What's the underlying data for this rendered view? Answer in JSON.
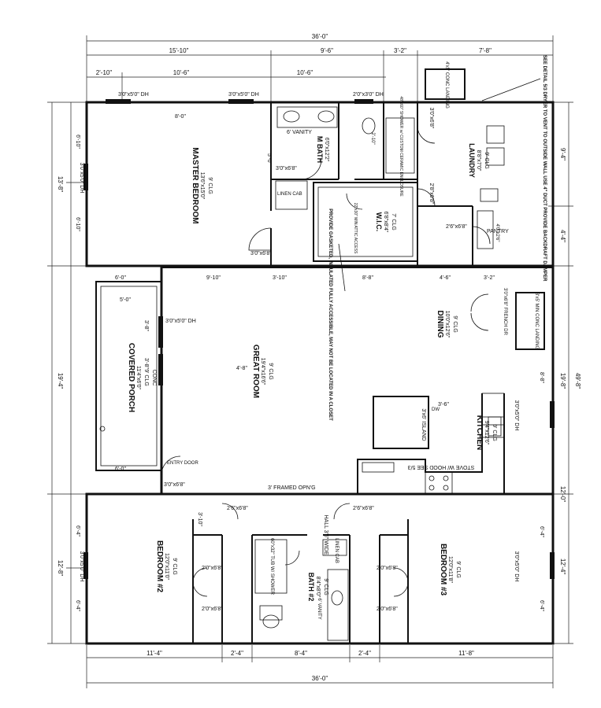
{
  "dims": {
    "top_total": "36'-0\"",
    "bottom_total": "36'-0\"",
    "top_row": [
      "15'-10\"",
      "9'-6\"",
      "3'-2\"",
      "7'-8\""
    ],
    "top_sub": [
      "2'-10\"",
      "10'-6\"",
      "10'-6\""
    ],
    "right_total": "49'-8\"",
    "right_row": [
      "9'-4\"",
      "4'-4\"",
      "19'-8\"",
      "12'-0\"",
      "12'-4\""
    ],
    "right_sub": [
      "8'-8\"",
      "6'-4\"",
      "6'-4\""
    ],
    "left_row": [
      "13'-8\"",
      "19'-4\"",
      "12'-8\""
    ],
    "left_sub": [
      "6'-10\"",
      "6'-10\"",
      "6'-4\"",
      "6'-4\""
    ],
    "mid_row": [
      "6'-0\"",
      "9'-10\"",
      "3'-10\"",
      "8'-8\"",
      "4'-6\"",
      "3'-2\""
    ],
    "bottom_row": [
      "11'-4\"",
      "2'-4\"",
      "8'-4\"",
      "2'-4\"",
      "11'-8\""
    ],
    "porch": [
      "5'-0\"",
      "6'-0\"",
      "3'-8\"",
      "3'-8\""
    ]
  },
  "rooms": {
    "master": {
      "name": "MASTER BEDROOM",
      "size": "13'6\"x15'0\"",
      "clg": "9' CLG"
    },
    "mbath": {
      "name": "M BATH",
      "size": "6'0\"x12'2\""
    },
    "wic": {
      "name": "W.I.C.",
      "size": "6'8\"x8'4\"",
      "clg": "7' CLG"
    },
    "laundry": {
      "name": "LAUNDRY",
      "size": "8'8\"x7'0\"",
      "clg": "9' CLG"
    },
    "great": {
      "name": "GREAT ROOM",
      "size": "19'4\"x16'6\"",
      "clg": "9' CLG"
    },
    "dining": {
      "name": "DINING",
      "size": "10'0\"x12'6\"",
      "clg": "9' CLG"
    },
    "kitchen": {
      "name": "KITCHEN",
      "size": "9'4\"x12'6\"",
      "clg": "9' CLG"
    },
    "porch": {
      "name": "COVERED PORCH",
      "size": "11'4\"x6'0\"",
      "clg": "9' CLG",
      "mat": "CONC"
    },
    "bed2": {
      "name": "BEDROOM #2",
      "size": "12'0\"x11'0\"",
      "clg": "9' CLG"
    },
    "bed3": {
      "name": "BEDROOM #3",
      "size": "12'0\"x11'8\"",
      "clg": "9' CLG"
    },
    "bath2": {
      "name": "BATH #2",
      "size": "8'4\"x8'0\"",
      "clg": "9' CLG"
    }
  },
  "labels": {
    "win_dh": "3'0\"x5'0\" DH",
    "win_top3": "2'0\"x3'0\" DH",
    "door_30": "3'0\"x6'8\"",
    "door_26": "2'6\"x6'8\"",
    "door_20": "2'0\"x6'8\"",
    "door_28": "2'8\"x6'8\"",
    "door_40": "4'0\"x2'6\"",
    "vanity6": "6' VANITY",
    "linen_cab": "LINEN CAB",
    "shower": "48\"x60\" SHOWER w/ CUSTOM CERAMIC ENCLOSURE",
    "attic": "22\"x30\" MIN ATTIC ACCESS",
    "conc_landing_top": "4'x5' CONC LANDING",
    "conc_landing_mid": "3'x5' MIN CONC LANDING",
    "french": "3'0\"x6'8\" FRENCH DR",
    "pantry": "PANTRY",
    "island": "3'x6' ISLAND",
    "stove": "STOVE W/ HOOD SEE 5/3",
    "dw": "DW",
    "entry": "ENTRY DOOR",
    "framed": "3' FRAMED OPN'G",
    "hall": "HALL 3'6\" WIDE",
    "linen_small": "LINEN CAB",
    "vanity_b2": "6' VANITY",
    "shower_b2": "60\"x32\" TUB W/ SHOWER",
    "note_attic": "PROVIDE GASKETED, INSULATED FULLY ACCESSIBLE, MAY NOT BE LOCATED IN A CLOSET",
    "note_dryer": "SEE DETAIL 5/3 DRYER TO VENT TO OUTSIDE WALL USE 4\" DUCT PROVIDE BACKDRAFT DAMPER",
    "num_8": "8'-0\"",
    "num_5": "5'-0\"",
    "num_3_6": "3'-6\"",
    "num_3_10": "3'-10\"",
    "num_4_8": "4'-8\"",
    "num_2_10": "2'-10\"",
    "dh_3": "3'0\"x5'0\" DH",
    "win_k": "3'0\"x5'0\" DH"
  }
}
